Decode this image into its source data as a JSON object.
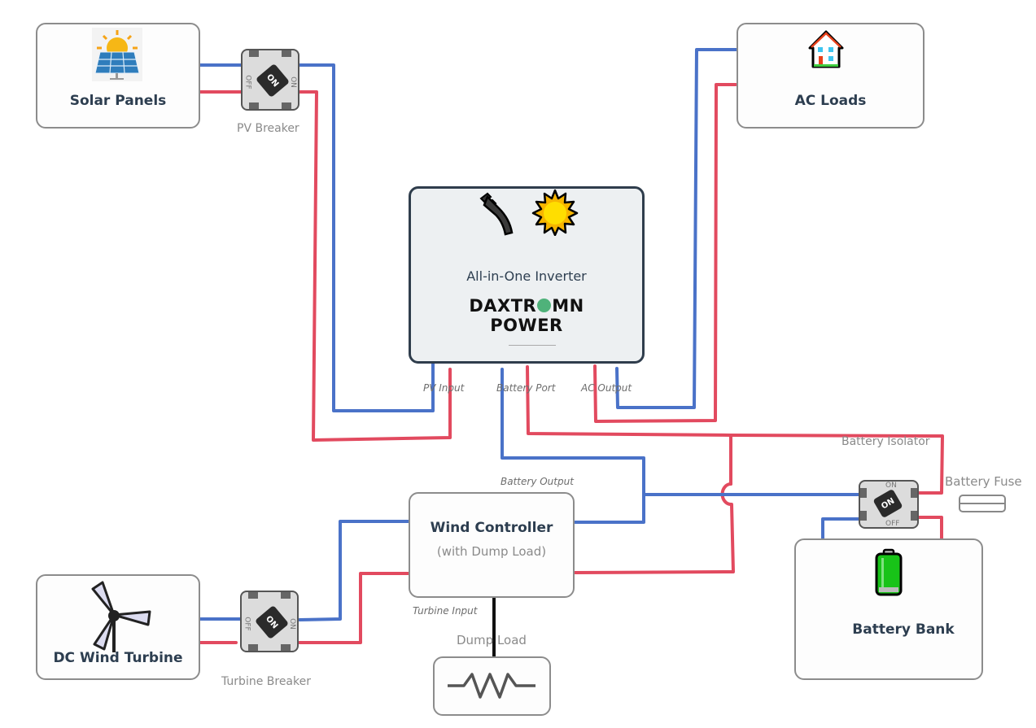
{
  "nodes": {
    "solar_panels": {
      "title": "Solar Panels",
      "icon": "solar-panel-icon"
    },
    "ac_loads": {
      "title": "AC Loads",
      "icon": "house-icon"
    },
    "inverter": {
      "title": "All-in-One Inverter",
      "brand_line1": "DAXTR",
      "brand_line1b": "MN",
      "brand_line2": "POWER",
      "icons": [
        "plug-icon",
        "sun-icon"
      ]
    },
    "wind_controller": {
      "title": "Wind Controller",
      "subtitle": "(with Dump Load)"
    },
    "dc_wind_turbine": {
      "title": "DC Wind Turbine",
      "icon": "wind-turbine-icon"
    },
    "battery_bank": {
      "title": "Battery Bank",
      "icon": "battery-icon"
    },
    "dump_load": {
      "label": "Dump Load",
      "icon": "resistor-icon"
    }
  },
  "breakers": {
    "pv": {
      "label": "PV Breaker",
      "state": "ON",
      "on_text": "ON",
      "off_text": "OFF"
    },
    "turbine": {
      "label": "Turbine Breaker",
      "state": "ON",
      "on_text": "ON",
      "off_text": "OFF"
    },
    "battery_isolator": {
      "label": "Battery Isolator",
      "state": "ON",
      "on_text": "ON",
      "off_text": "OFF"
    }
  },
  "fuse": {
    "label": "Battery Fuse"
  },
  "ports": {
    "pv_input": "PV Input",
    "battery_port": "Battery Port",
    "ac_output": "AC Output",
    "battery_output": "Battery Output",
    "turbine_input": "Turbine Input"
  },
  "colors": {
    "negative_wire": "#4a72c8",
    "positive_wire": "#e24a5f",
    "dump_wire": "#111111"
  }
}
